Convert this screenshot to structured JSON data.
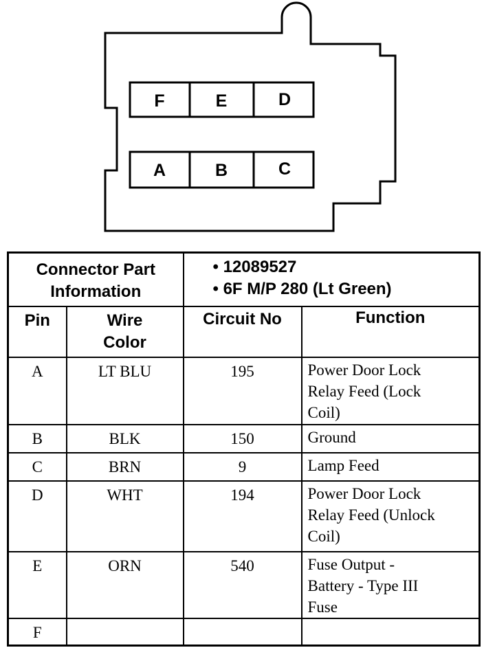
{
  "connector": {
    "cavities": {
      "F": "F",
      "E": "E",
      "D": "D",
      "A": "A",
      "B": "B",
      "C": "C"
    }
  },
  "part_info": {
    "header_line1": "Connector Part",
    "header_line2": "Information",
    "part_number": "• 12089527",
    "part_desc": "• 6F M/P 280 (Lt Green)"
  },
  "columns": {
    "pin": "Pin",
    "wire_line1": "Wire",
    "wire_line2": "Color",
    "circuit": "Circuit No",
    "function": "Function"
  },
  "rows": [
    {
      "pin": "A",
      "wire": "LT BLU",
      "circuit": "195",
      "f1": "Power Door Lock",
      "f2": "Relay Feed (Lock",
      "f3": "Coil)"
    },
    {
      "pin": "B",
      "wire": "BLK",
      "circuit": "150",
      "f1": "Ground",
      "f2": "",
      "f3": ""
    },
    {
      "pin": "C",
      "wire": "BRN",
      "circuit": "9",
      "f1": "Lamp Feed",
      "f2": "",
      "f3": ""
    },
    {
      "pin": "D",
      "wire": "WHT",
      "circuit": "194",
      "f1": "Power Door Lock",
      "f2": "Relay Feed (Unlock",
      "f3": "Coil)"
    },
    {
      "pin": "E",
      "wire": "ORN",
      "circuit": "540",
      "f1": "Fuse Output -",
      "f2": "Battery - Type III",
      "f3": "Fuse"
    },
    {
      "pin": "F",
      "wire": "",
      "circuit": "",
      "f1": "",
      "f2": "",
      "f3": ""
    }
  ]
}
